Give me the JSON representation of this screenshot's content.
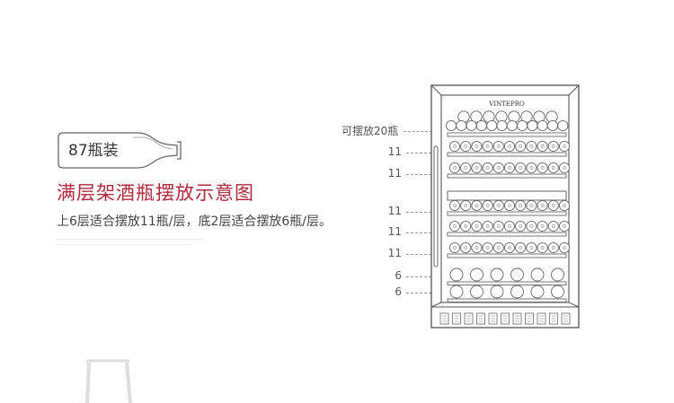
{
  "badge": {
    "text": "87瓶装",
    "icon": "wine-bottle-outline-icon"
  },
  "title": "满层架酒瓶摆放示意图",
  "description": "上6层适合摆放11瓶/层，底2层适合摆放6瓶/层。",
  "diagram": {
    "brand_logo": "VINTEPRO",
    "capacity_label": "可摆放20瓶",
    "shelf_counts": [
      "11",
      "11",
      "11",
      "11",
      "11",
      "6",
      "6"
    ]
  },
  "colors": {
    "title": "#b02a3c",
    "line": "#555555",
    "leader": "#999999"
  }
}
